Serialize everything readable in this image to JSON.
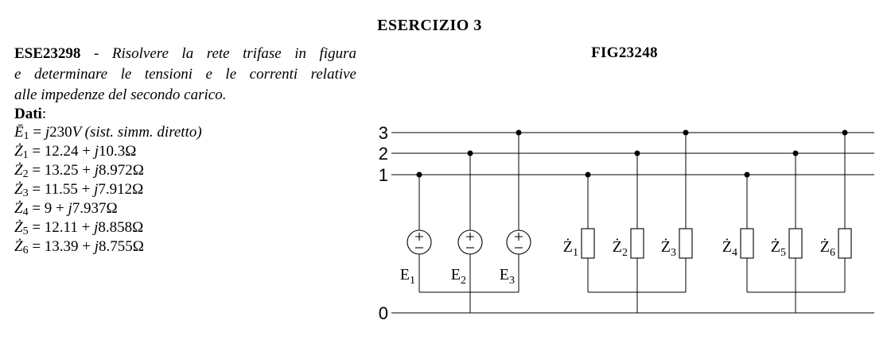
{
  "title": "ESERCIZIO 3",
  "figure_label": "FIG23248",
  "problem": {
    "code": "ESE23298",
    "separator": "-",
    "line1_text": "Risolvere la rete trifase in figura",
    "line2_text": "e determinare le tensioni e le correnti relative",
    "line3_text": "alle impedenze del secondo carico.",
    "dati_label": "Dati",
    "dati_colon": ":"
  },
  "equations": [
    {
      "sym": "Ē",
      "sub": "1",
      "pre": " = ",
      "var": "j",
      "post": "230",
      "tail": "V (sist. simm. diretto)"
    },
    {
      "sym": "Ż",
      "sub": "1",
      "pre": " = 12.24 + ",
      "var": "j",
      "post": "10.3Ω",
      "tail": ""
    },
    {
      "sym": "Ż",
      "sub": "2",
      "pre": " = 13.25 + ",
      "var": "j",
      "post": "8.972Ω",
      "tail": ""
    },
    {
      "sym": "Ż",
      "sub": "3",
      "pre": " = 11.55 + ",
      "var": "j",
      "post": "7.912Ω",
      "tail": ""
    },
    {
      "sym": "Ż",
      "sub": "4",
      "pre": " = 9 + ",
      "var": "j",
      "post": "7.937Ω",
      "tail": ""
    },
    {
      "sym": "Ż",
      "sub": "5",
      "pre": " = 12.11 + ",
      "var": "j",
      "post": "8.858Ω",
      "tail": ""
    },
    {
      "sym": "Ż",
      "sub": "6",
      "pre": " = 13.39 + ",
      "var": "j",
      "post": "8.755Ω",
      "tail": ""
    }
  ],
  "circuit": {
    "bus_labels": [
      "3",
      "2",
      "1",
      "0"
    ],
    "sources": [
      {
        "sym": "E",
        "sub": "1"
      },
      {
        "sym": "E",
        "sub": "2"
      },
      {
        "sym": "E",
        "sub": "3"
      }
    ],
    "impedances": [
      {
        "sym": "Ż",
        "sub": "1"
      },
      {
        "sym": "Ż",
        "sub": "2"
      },
      {
        "sym": "Ż",
        "sub": "3"
      },
      {
        "sym": "Ż",
        "sub": "4"
      },
      {
        "sym": "Ż",
        "sub": "5"
      },
      {
        "sym": "Ż",
        "sub": "6"
      }
    ]
  }
}
